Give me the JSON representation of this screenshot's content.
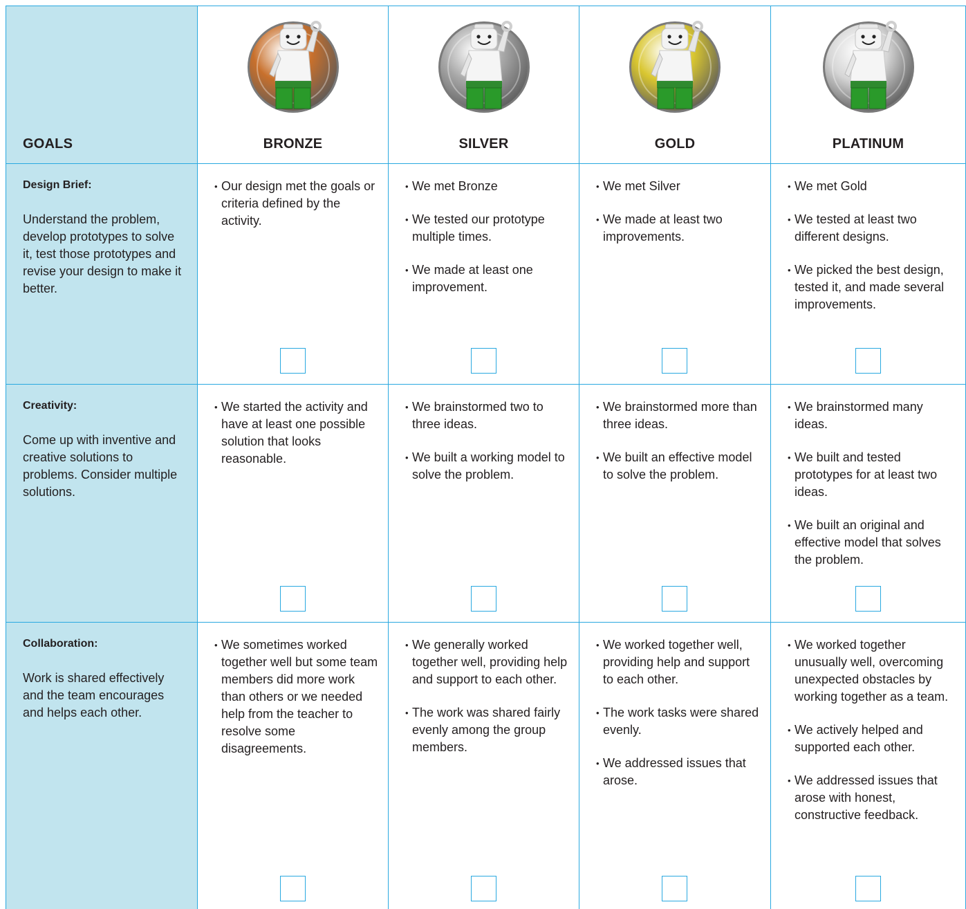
{
  "header": {
    "goals_label": "GOALS",
    "levels": [
      {
        "label": "BRONZE",
        "color": "#c8702c"
      },
      {
        "label": "SILVER",
        "color": "#a9a9a9"
      },
      {
        "label": "GOLD",
        "color": "#d9c630"
      },
      {
        "label": "PLATINUM",
        "color": "#d6d6d6"
      }
    ]
  },
  "rows": [
    {
      "goal_name": "Design Brief:",
      "goal_desc": "Understand the problem, develop prototypes to solve it, test those prototypes and revise your design to make it better.",
      "criteria": [
        [
          "Our design met the goals or criteria defined by the activity."
        ],
        [
          "We met Bronze",
          "We tested our prototype multiple times.",
          "We made at least one improvement."
        ],
        [
          "We met Silver",
          "We made at least two improvements."
        ],
        [
          "We met Gold",
          "We tested at least two different designs.",
          "We picked the best design, tested it, and made several improvements."
        ]
      ]
    },
    {
      "goal_name": "Creativity:",
      "goal_desc": "Come up with inventive and creative solutions to problems. Consider multiple solutions.",
      "criteria": [
        [
          "We started the activity and have at least one possible solution that looks reasonable."
        ],
        [
          "We brainstormed two to three ideas.",
          "We built a working model to solve the problem."
        ],
        [
          "We brainstormed more than three ideas.",
          "We built an effective model to solve the problem."
        ],
        [
          "We brainstormed many ideas.",
          "We built and tested prototypes for at least two ideas.",
          "We built an original and effective model that solves the problem."
        ]
      ]
    },
    {
      "goal_name": "Collaboration:",
      "goal_desc": "Work is shared effectively and the team encourages and helps each other.",
      "criteria": [
        [
          "We sometimes worked together well but some team members did more work than others or we needed help from the teacher to resolve some disagreements."
        ],
        [
          "We generally worked together well, providing help and support to each other.",
          "The work was shared fairly evenly among the group members."
        ],
        [
          "We worked together well, providing help and support to each other.",
          "The work tasks were shared evenly.",
          "We addressed issues that arose."
        ],
        [
          "We worked together unusually well, overcoming unexpected obstacles by working together as a team.",
          "We actively helped and supported each other.",
          "We addressed issues that arose with honest, constructive feedback."
        ]
      ]
    }
  ],
  "checkboxes_checked": [
    [
      false,
      false,
      false,
      false
    ],
    [
      false,
      false,
      false,
      false
    ],
    [
      false,
      false,
      false,
      false
    ]
  ]
}
